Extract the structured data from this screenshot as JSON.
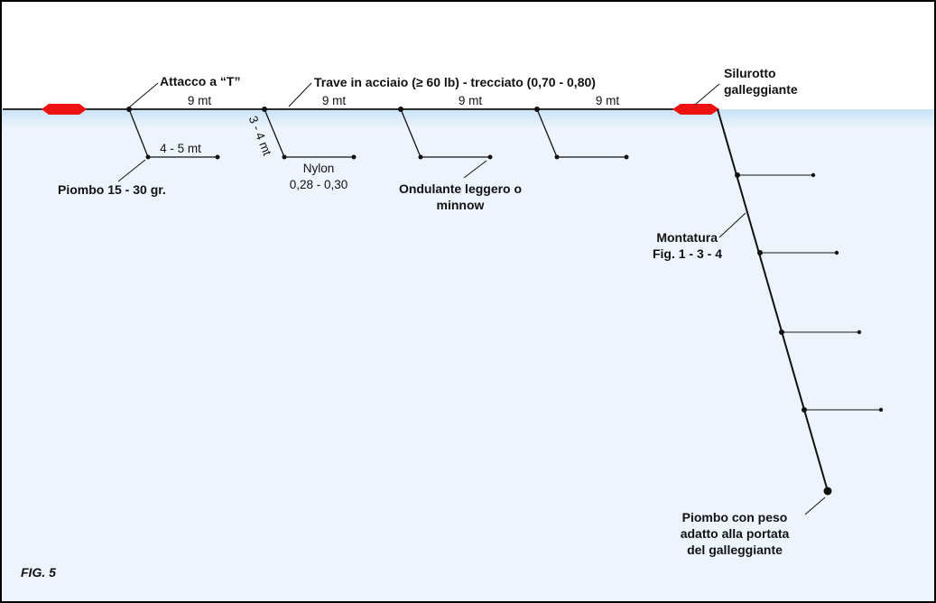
{
  "figure_label": "FIG. 5",
  "colors": {
    "water": "#eef4fc",
    "water_surface_band": "#d4e8f8",
    "line": "#111111",
    "float": "#ee1111",
    "border": "#000000"
  },
  "labels": {
    "tee_attachment": "Attacco a “T”",
    "mainline": "Trave in acciaio (≥ 60 lb) - trecciato (0,70 - 0,80)",
    "float": [
      "Silurotto",
      "galleggiante"
    ],
    "sinker_small": "Piombo 15 - 30 gr.",
    "nylon": [
      "Nylon",
      "0,28 - 0,30"
    ],
    "lure": [
      "Ondulante leggero o",
      "minnow"
    ],
    "rig": [
      "Montatura",
      "Fig. 1 - 3 - 4"
    ],
    "sinker_large": [
      "Piombo con peso",
      "adatto alla portata",
      "del galleggiante"
    ]
  },
  "distances": {
    "between_tees": [
      "9 mt",
      "9 mt",
      "9 mt",
      "9 mt"
    ],
    "leader_length": "4 - 5 mt",
    "dropper_length": "3 - 4 mt"
  }
}
